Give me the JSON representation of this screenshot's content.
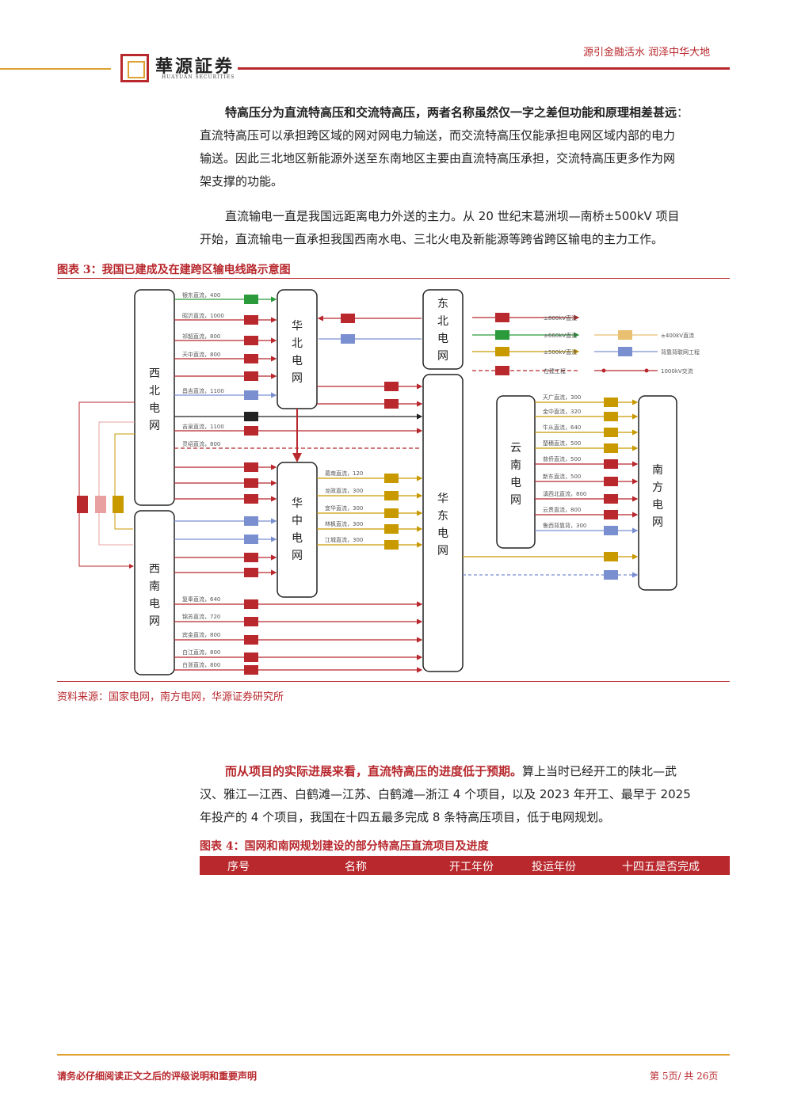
{
  "header": {
    "logo_text": "華源証券",
    "logo_en": "HUAYUAN SECURITIES",
    "slogan": "源引金融活水 润泽中华大地"
  },
  "para1": {
    "bold": "特高压分为直流特高压和交流特高压，两者名称虽然仅一字之差但功能和原理相差甚远",
    "rest_line1": "：",
    "line2": "直流特高压可以承担跨区域的网对网电力输送，而交流特高压仅能承担电网区域内部的电力",
    "line3": "输送。因此三北地区新能源外送至东南地区主要由直流特高压承担，交流特高压更多作为网",
    "line4": "架支撑的功能。"
  },
  "para2": {
    "line1": "直流输电一直是我国远距离电力外送的主力。从 20 世纪末葛洲坝—南桥±500kV 项目",
    "line2": "开始，直流输电一直承担我国西南水电、三北火电及新能源等跨省跨区输电的主力工作。"
  },
  "figure3": {
    "title": "图表 3：我国已建成及在建跨区输电线路示意图",
    "source": "资料来源：国家电网，南方电网，华源证券研究所",
    "grids": {
      "northwest": "西北电网",
      "north": "华北电网",
      "northeast": "东北电网",
      "central": "华中电网",
      "east": "华东电网",
      "southwest": "西南电网",
      "yunnan": "云南电网",
      "south": "南方电网"
    },
    "nw_lines": [
      {
        "label": "银东直流，400",
        "color": "#2a9a3a"
      },
      {
        "label": "昭沂直流，1000",
        "color": "#b8282d"
      },
      {
        "label": "祁韶直流，800",
        "color": "#b8282d"
      },
      {
        "label": "天中直流，800",
        "color": "#b8282d"
      },
      {
        "label": "吉泉直流，1100",
        "color": "#b8282d"
      },
      {
        "label": "灵绍直流，800",
        "color": "#b8282d"
      },
      {
        "label": "昌吉直流，1100",
        "color": "#7a8fd0"
      }
    ],
    "legend": [
      {
        "label": "±800kV直流",
        "color": "#b8282d",
        "type": "diode"
      },
      {
        "label": "±660kV直流",
        "color": "#2a9a3a",
        "type": "diode"
      },
      {
        "label": "±500kV直流",
        "color": "#c99a00",
        "type": "diode"
      },
      {
        "label": "±400kV直流",
        "color": "#c99a00",
        "type": "diode-light"
      },
      {
        "label": "背靠背联网工程",
        "color": "#7a8fd0",
        "type": "b2b"
      },
      {
        "label": "在建工程",
        "color": "#b8282d",
        "type": "diode"
      },
      {
        "label": "1000kV交流",
        "color": "#b8282d",
        "type": "ac"
      }
    ],
    "yunnan_lines": [
      {
        "label": "天广直流，300"
      },
      {
        "label": "金中直流，320"
      },
      {
        "label": "牛从直流，640"
      },
      {
        "label": "楚穗直流，500"
      },
      {
        "label": "普侨直流，500"
      },
      {
        "label": "新东直流，500"
      },
      {
        "label": "滇西北直流，800"
      },
      {
        "label": "云贵直流，800"
      },
      {
        "label": "鲁西背靠背，300"
      }
    ],
    "central_lines": [
      {
        "label": "葛南直流，120"
      },
      {
        "label": "龙政直流，300"
      },
      {
        "label": "宜华直流，300"
      },
      {
        "label": "林枫直流，300"
      },
      {
        "label": "江城直流，300"
      }
    ],
    "sw_lines": [
      {
        "label": "复奉直流，640"
      },
      {
        "label": "锦苏直流，720"
      },
      {
        "label": "宾金直流，800"
      },
      {
        "label": "白江直流，800"
      },
      {
        "label": "白浙直流，800"
      }
    ]
  },
  "para3": {
    "bold": "而从项目的实际进展来看，直流特高压的进度低于预期。",
    "rest": "算上当时已经开工的陕北—武",
    "line2": "汉、雅江—江西、白鹤滩—江苏、白鹤滩—浙江 4 个项目，以及 2023 年开工、最早于 2025",
    "line3": "年投产的 4 个项目，我国在十四五最多完成 8 条特高压项目，低于电网规划。"
  },
  "figure4": {
    "title": "图表 4：国网和南网规划建设的部分特高压直流项目及进度",
    "columns": [
      "序号",
      "名称",
      "开工年份",
      "投运年份",
      "十四五是否完成"
    ]
  },
  "footer": {
    "disclaimer": "请务必仔细阅读正文之后的评级说明和重要声明",
    "page": "第 5页/ 共 26页"
  }
}
